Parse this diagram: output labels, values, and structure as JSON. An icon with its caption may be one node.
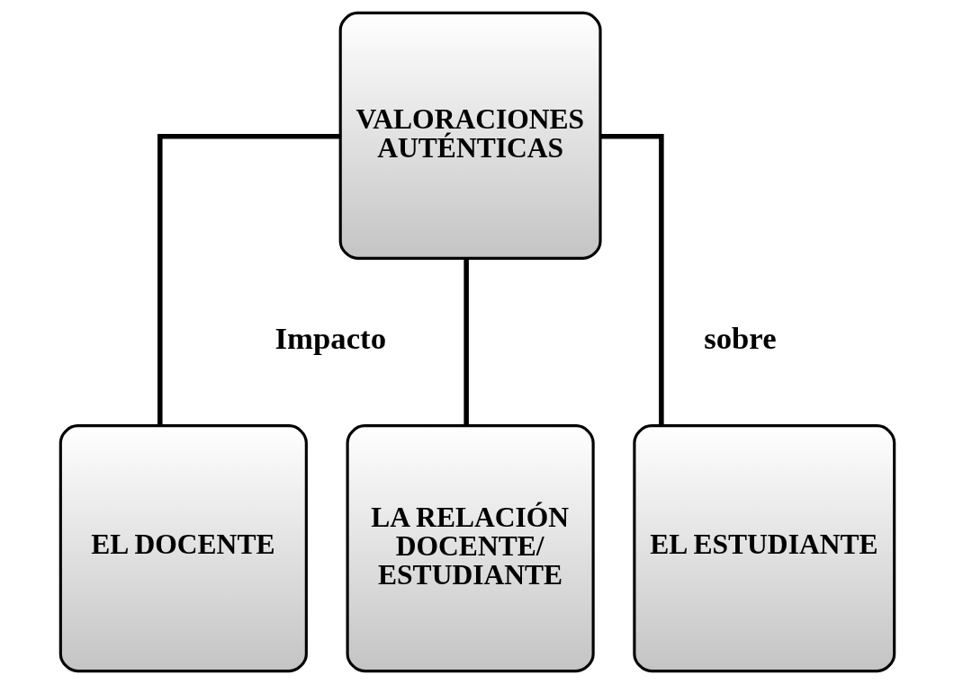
{
  "diagram": {
    "nodes": [
      {
        "text": [
          "VALORACIONES AUTÉNTICAS"
        ]
      },
      {
        "text": [
          "EL DOCENTE"
        ]
      },
      {
        "text": [
          "LA RELACIÓN DOCENTE/ ESTUDIANTE"
        ]
      },
      {
        "text": [
          "EL ESTUDIANTE"
        ]
      }
    ],
    "edges": [
      {
        "from": 0,
        "to": 1,
        "arrow": "none"
      },
      {
        "from": 0,
        "to": 2,
        "arrow": "none"
      },
      {
        "from": 0,
        "to": 3,
        "arrow": "none"
      }
    ],
    "labels": [
      "Impacto",
      "sobre"
    ]
  }
}
